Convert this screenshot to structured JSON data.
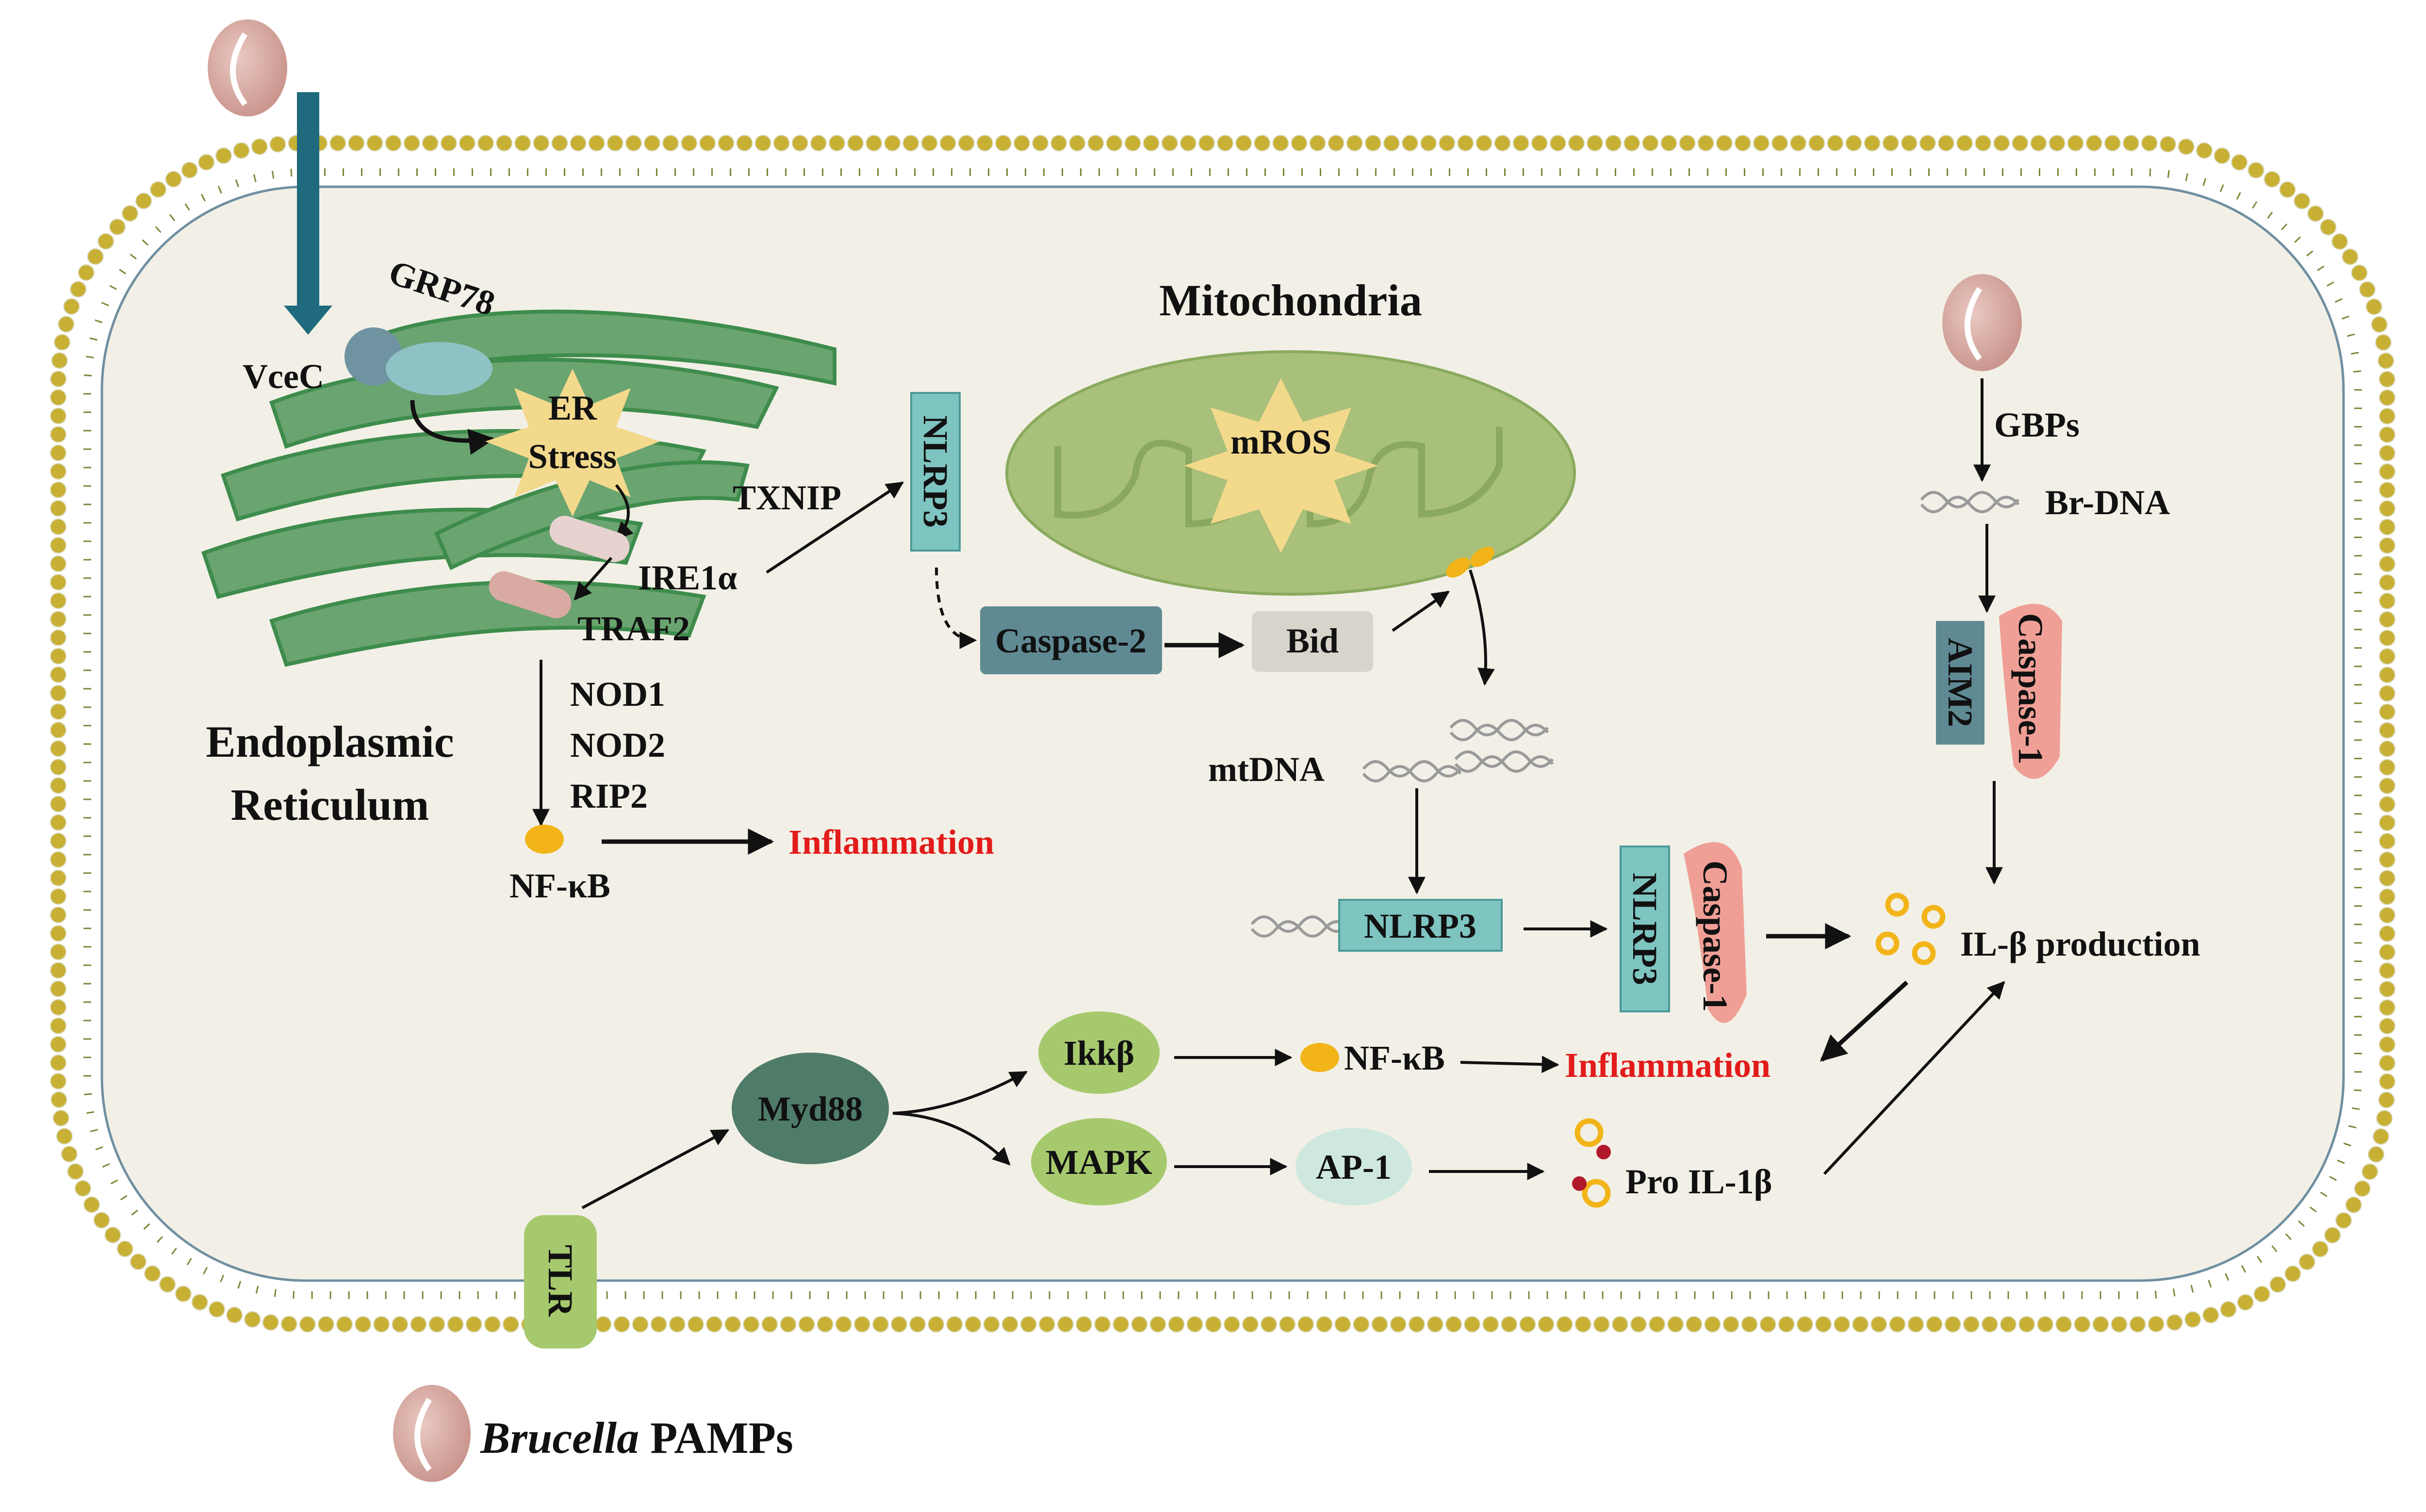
{
  "labels": {
    "vcec": "VceC",
    "grp78": "GRP78",
    "er_stress_1": "ER",
    "er_stress_2": "Stress",
    "ire1a": "IRE1α",
    "traf2": "TRAF2",
    "nod1": "NOD1",
    "nod2": "NOD2",
    "rip2": "RIP2",
    "nfkb_top": "NF-κB",
    "inflammation_top": "Inflammation",
    "er_title_1": "Endoplasmic",
    "er_title_2": "Reticulum",
    "txnip": "TXNIP",
    "nlrp3_top": "NLRP3",
    "mito_title": "Mitochondria",
    "mros": "mROS",
    "caspase2": "Caspase-2",
    "bid": "Bid",
    "mtdna": "mtDNA",
    "nlrp3_mid": "NLRP3",
    "nlrp3_vert": "NLRP3",
    "caspase1_mid": "Caspase-1",
    "gbps": "GBPs",
    "br_dna": "Br-DNA",
    "aim2": "AIM2",
    "caspase1_right": "Caspase-1",
    "il_production": "IL-β production",
    "ikkb": "Ikkβ",
    "nfkb_bottom": "NF-κB",
    "inflammation_bottom": "Inflammation",
    "myd88": "Myd88",
    "mapk": "MAPK",
    "ap1": "AP-1",
    "pro_il1b": "Pro IL-1β",
    "tlr": "TLR",
    "legend_italic": "Brucella",
    "legend_rest": " PAMPs"
  },
  "colors": {
    "cytoplasm": "#f2f0e6",
    "lipid_head": "#e7c53a",
    "lipid_tail": "#7c8636",
    "er": "#6aa470",
    "mitochondria": "#a9c07a",
    "nlrp3": "#7ec4c1",
    "caspase1": "#f09f96",
    "caspase2": "#5f8a94",
    "bid": "#d8d4cc",
    "myd88": "#4f7b69",
    "green_node": "#a7c96e",
    "ap1": "#cfe8df",
    "star": "#f3d98c",
    "inflammation": "#e21b1b",
    "bacterium": "#d1a59e"
  }
}
